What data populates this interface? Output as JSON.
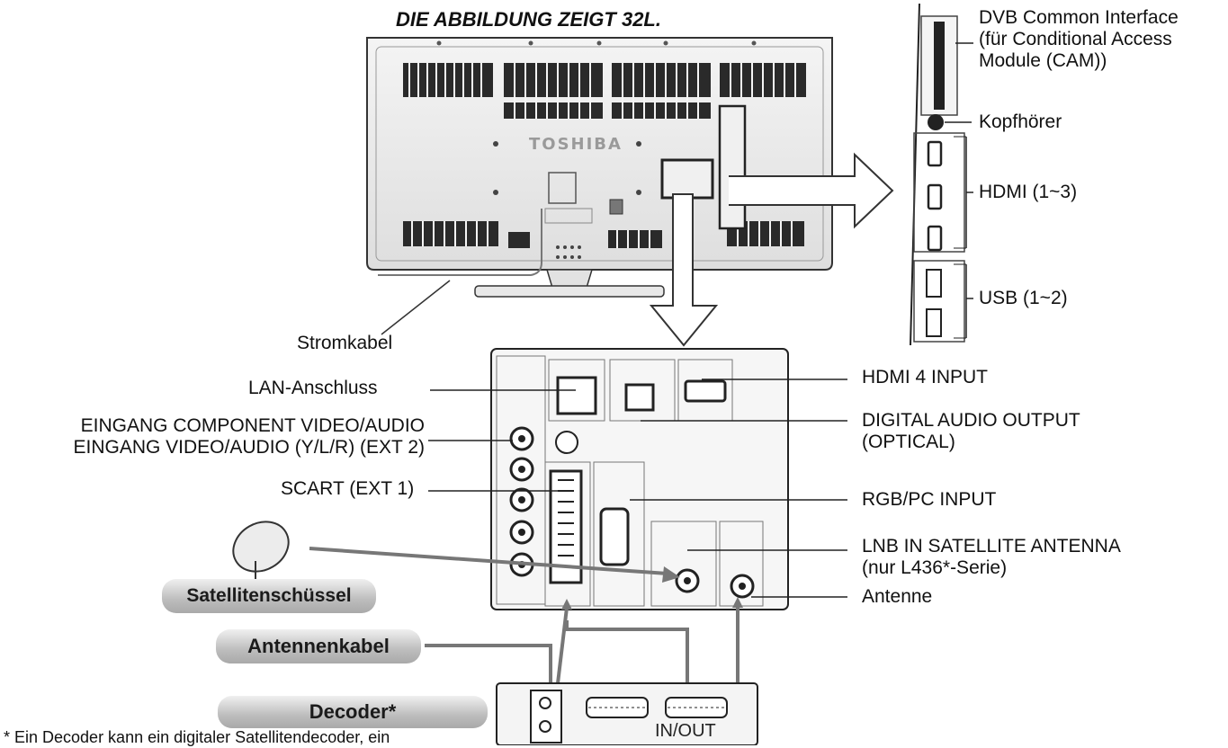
{
  "title": "DIE ABBILDUNG ZEIGT 32L.",
  "brand": "TOSHIBA",
  "side_panel": {
    "dvb": [
      "DVB Common Interface",
      "(für Conditional Access",
      "Module (CAM))"
    ],
    "headphones": "Kopfhörer",
    "hdmi": "HDMI (1~3)",
    "usb": "USB (1~2)"
  },
  "left_labels": {
    "power": "Stromkabel",
    "lan": "LAN-Anschluss",
    "component": [
      "EINGANG COMPONENT VIDEO/AUDIO",
      "EINGANG VIDEO/AUDIO (Y/L/R) (EXT 2)"
    ],
    "scart": "SCART (EXT 1)"
  },
  "right_labels": {
    "hdmi4": "HDMI 4 INPUT",
    "digital_audio": [
      "DIGITAL AUDIO OUTPUT",
      "(OPTICAL)"
    ],
    "rgb": "RGB/PC INPUT",
    "lnb": [
      "LNB IN SATELLITE ANTENNA",
      "(nur L436*-Serie)"
    ],
    "antenna": "Antenne"
  },
  "badges": {
    "satellite": "Satellitenschüssel",
    "cable": "Antennenkabel",
    "decoder": "Decoder*"
  },
  "decoder_io": "IN/OUT",
  "footnote": "* Ein Decoder kann ein digitaler Satellitendecoder, ein"
}
